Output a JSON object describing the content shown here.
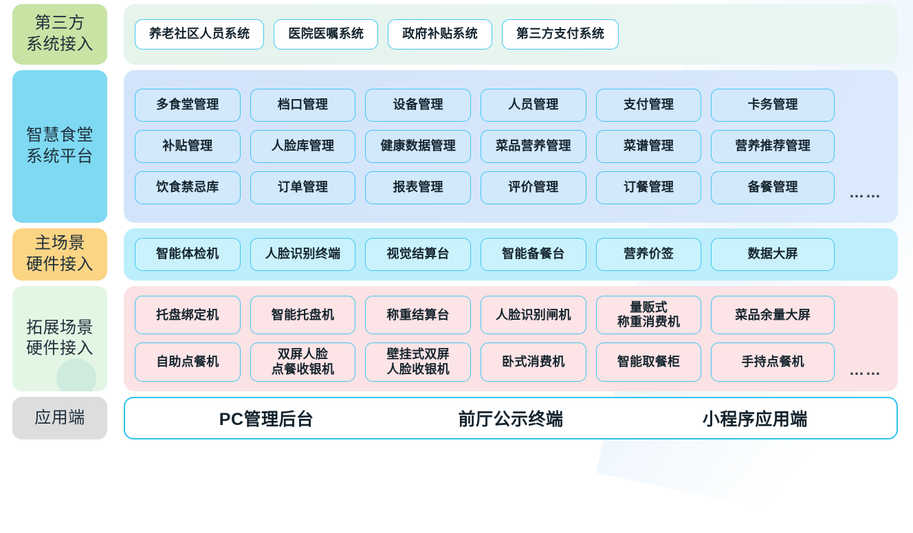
{
  "bands": [
    {
      "id": "third-party",
      "label": "第三方\n系统接入",
      "label_color": "#c8e3a4",
      "panel_color": "#e6f4ec",
      "rows": [
        {
          "items": [
            {
              "text": "养老社区人员系统"
            },
            {
              "text": "医院医嘱系统"
            },
            {
              "text": "政府补贴系统"
            },
            {
              "text": "第三方支付系统"
            }
          ]
        }
      ]
    },
    {
      "id": "platform",
      "label": "智慧食堂\n系统平台",
      "label_color": "#7fd9f2",
      "panel_color": "#d3e4fa",
      "rows": [
        {
          "items": [
            {
              "text": "多食堂管理"
            },
            {
              "text": "档口管理"
            },
            {
              "text": "设备管理"
            },
            {
              "text": "人员管理"
            },
            {
              "text": "支付管理"
            },
            {
              "text": "卡务管理",
              "wide": true
            }
          ]
        },
        {
          "items": [
            {
              "text": "补贴管理"
            },
            {
              "text": "人脸库管理"
            },
            {
              "text": "健康数据管理"
            },
            {
              "text": "菜品营养管理"
            },
            {
              "text": "菜谱管理"
            },
            {
              "text": "营养推荐管理",
              "wide": true
            }
          ]
        },
        {
          "items": [
            {
              "text": "饮食禁忌库"
            },
            {
              "text": "订单管理"
            },
            {
              "text": "报表管理"
            },
            {
              "text": "评价管理"
            },
            {
              "text": "订餐管理"
            },
            {
              "text": "备餐管理",
              "wide": true
            }
          ],
          "ellipsis": "……"
        }
      ]
    },
    {
      "id": "main-scene",
      "label": "主场景\n硬件接入",
      "label_color": "#fbd584",
      "panel_color": "#bdeefb",
      "rows": [
        {
          "items": [
            {
              "text": "智能体检机"
            },
            {
              "text": "人脸识别终端"
            },
            {
              "text": "视觉结算台"
            },
            {
              "text": "智能备餐台"
            },
            {
              "text": "营养价签"
            },
            {
              "text": "数据大屏",
              "wide": true
            }
          ]
        }
      ]
    },
    {
      "id": "expand-scene",
      "label": "拓展场景\n硬件接入",
      "label_color": "#e3f6e4",
      "panel_color": "#fbe2e4",
      "rows": [
        {
          "items": [
            {
              "text": "托盘绑定机"
            },
            {
              "text": "智能托盘机"
            },
            {
              "text": "称重结算台"
            },
            {
              "text": "人脸识别闸机"
            },
            {
              "text": "量贩式\n称重消费机"
            },
            {
              "text": "菜品余量大屏",
              "wide": true
            }
          ]
        },
        {
          "items": [
            {
              "text": "自助点餐机"
            },
            {
              "text": "双屏人脸\n点餐收银机"
            },
            {
              "text": "壁挂式双屏\n人脸收银机"
            },
            {
              "text": "卧式消费机"
            },
            {
              "text": "智能取餐柜"
            },
            {
              "text": "手持点餐机",
              "wide": true
            }
          ],
          "ellipsis": "……"
        }
      ]
    },
    {
      "id": "application",
      "label": "应用端",
      "label_color": "#dddddd",
      "panel_color": "#ffffff",
      "app_items": [
        {
          "text": "PC管理后台"
        },
        {
          "text": "前厅公示终端"
        },
        {
          "text": "小程序应用端"
        }
      ]
    }
  ],
  "theme": {
    "pill_border": "#3fc6f0",
    "text_color": "#15242e",
    "label_text_color": "#20303c"
  }
}
